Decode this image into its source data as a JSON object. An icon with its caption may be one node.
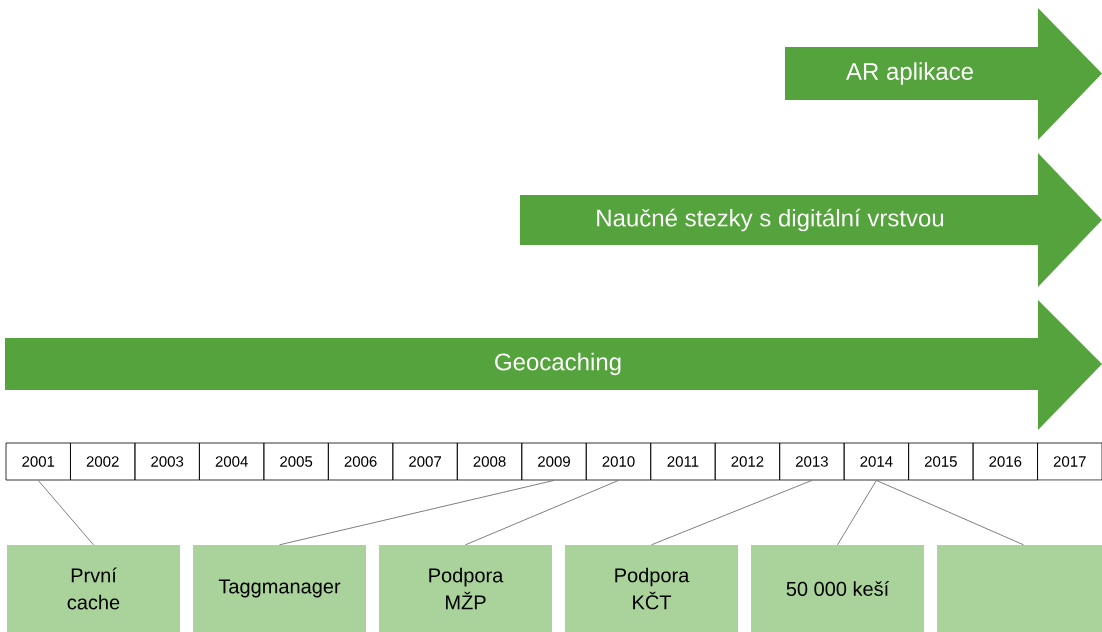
{
  "diagram": {
    "nodes": [
      {
        "text": [
          "AR aplikace"
        ]
      },
      {
        "text": [
          "Naučné stezky s digitální vrstvou"
        ]
      },
      {
        "text": [
          "Geocaching"
        ]
      },
      {
        "text": [
          "2001"
        ]
      },
      {
        "text": [
          "2002"
        ]
      },
      {
        "text": [
          "2003"
        ]
      },
      {
        "text": [
          "2004"
        ]
      },
      {
        "text": [
          "2005"
        ]
      },
      {
        "text": [
          "2006"
        ]
      },
      {
        "text": [
          "2007"
        ]
      },
      {
        "text": [
          "2008"
        ]
      },
      {
        "text": [
          "2009"
        ]
      },
      {
        "text": [
          "2010"
        ]
      },
      {
        "text": [
          "2011"
        ]
      },
      {
        "text": [
          "2012"
        ]
      },
      {
        "text": [
          "2013"
        ]
      },
      {
        "text": [
          "2014"
        ]
      },
      {
        "text": [
          "2015"
        ]
      },
      {
        "text": [
          "2016"
        ]
      },
      {
        "text": [
          "2017"
        ]
      },
      {
        "text": [
          "První cache"
        ]
      },
      {
        "text": [
          "Taggmanager"
        ]
      },
      {
        "text": [
          "Podpora MŽP"
        ]
      },
      {
        "text": [
          "Podpora KČT"
        ]
      },
      {
        "text": [
          "50 000 keší"
        ]
      },
      {
        "text": [],
        "shape": "box"
      }
    ],
    "edges": [
      {
        "from": 3,
        "to": 20,
        "arrow": "none"
      },
      {
        "from": 11,
        "to": 21,
        "arrow": "none"
      },
      {
        "from": 12,
        "to": 22,
        "arrow": "none"
      },
      {
        "from": 15,
        "to": 23,
        "arrow": "none"
      },
      {
        "from": 16,
        "to": 24,
        "arrow": "none"
      },
      {
        "from": 16,
        "to": 25,
        "arrow": "none"
      }
    ]
  }
}
